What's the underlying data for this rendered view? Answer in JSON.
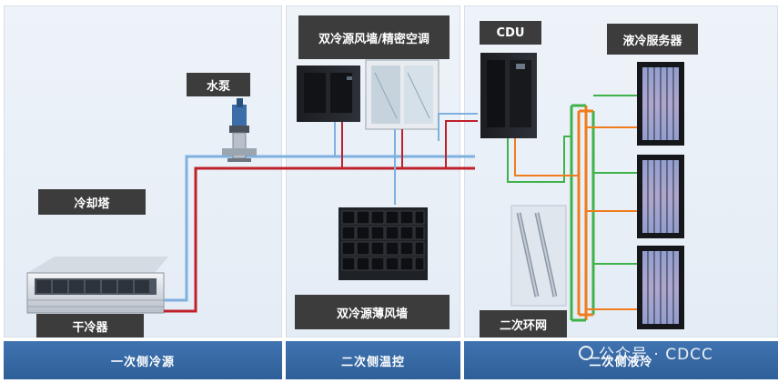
{
  "zones": {
    "primary_side": "一次侧冷源",
    "secondary_temp": "二次侧温控",
    "secondary_liquid": "二次侧液冷"
  },
  "labels": {
    "pump": "水泵",
    "cooling_tower": "冷却塔",
    "dry_cooler": "干冷器",
    "fan_wall_ac": "双冷源风墙/精密空调",
    "thin_fan_wall": "双冷源薄风墙",
    "cdu": "CDU",
    "liquid_servers": "液冷服务器",
    "secondary_loop": "二次环网"
  },
  "watermark": "公众号 · CDCC",
  "colors": {
    "cold_pipe": "#7fb0e0",
    "hot_pipe": "#c0202a",
    "secondary_supply": "#3fb24a",
    "secondary_return": "#f07c1e",
    "footer": "#3a6aa6",
    "label_bg": "#3c3c3c"
  }
}
